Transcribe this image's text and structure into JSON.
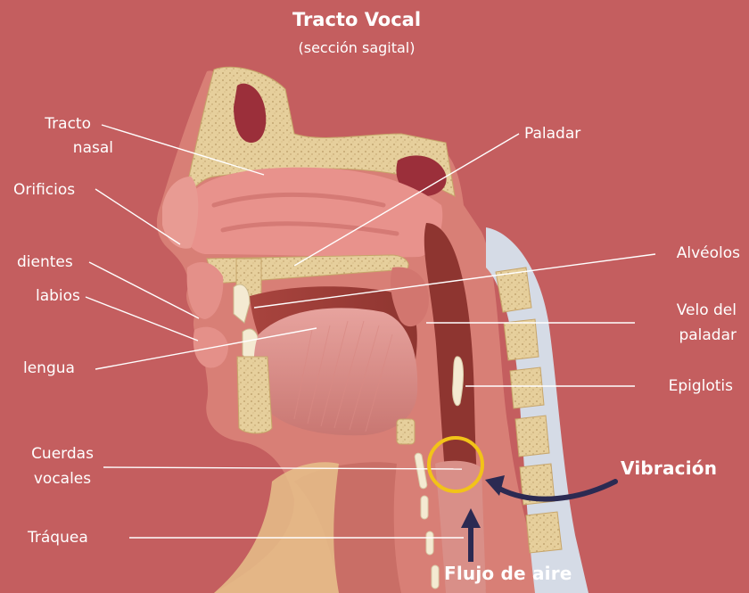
{
  "title": "Tracto Vocal",
  "subtitle": "(sección sagital)",
  "labels": {
    "tracto_nasal_1": "Tracto",
    "tracto_nasal_2": "nasal",
    "orificios": "Orificios",
    "dientes": "dientes",
    "labios": "labios",
    "lengua": "lengua",
    "cuerdas_1": "Cuerdas",
    "cuerdas_2": "vocales",
    "traquea": "Tráquea",
    "paladar": "Paladar",
    "alveolos": "Alvéolos",
    "velo_1": "Velo del",
    "velo_2": "paladar",
    "epiglotis": "Epiglotis"
  },
  "annotations": {
    "vibracion": "Vibración",
    "flujo": "Flujo de aire"
  },
  "colors": {
    "background": "#c45e5f",
    "highlight_circle": "#f2c318",
    "arrow": "#2b2a52",
    "leader_line": "#ffffff"
  }
}
